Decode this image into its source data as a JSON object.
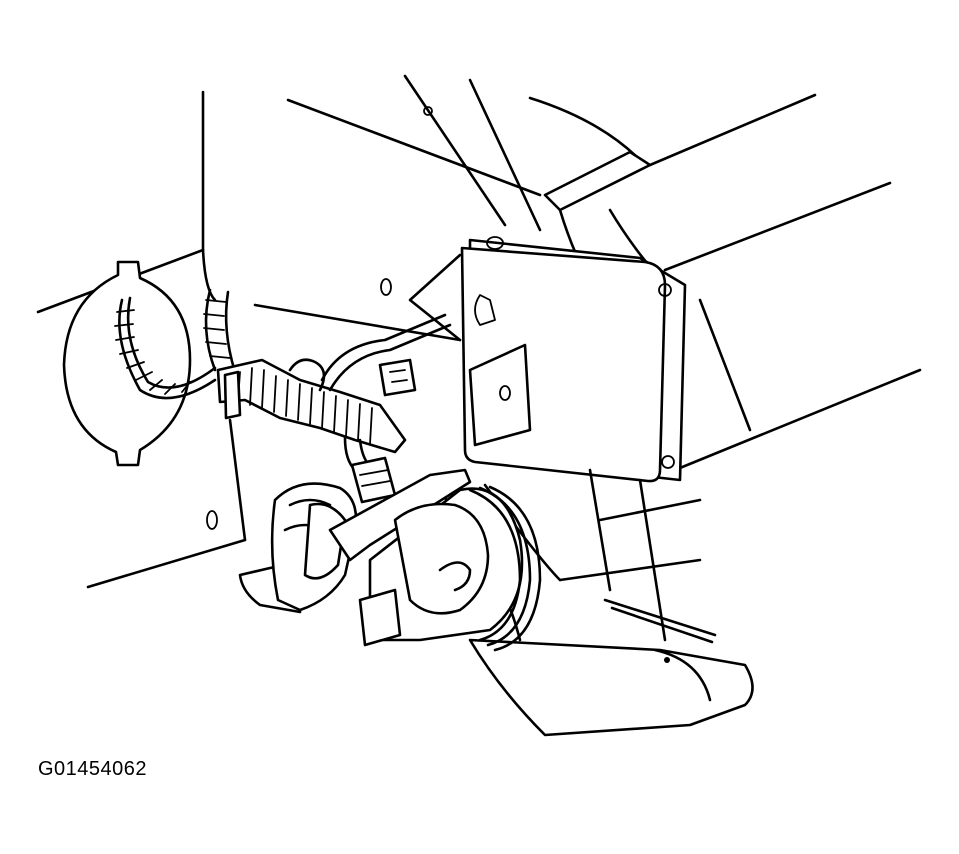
{
  "figure": {
    "id_label": "G01454062"
  },
  "parts": {
    "body_panel": "panel",
    "control_module": "module",
    "wiring_harness": "harness",
    "horn_left": "horn",
    "horn_right": "horn",
    "bumper_bracket": "bracket",
    "access_cover": "cover"
  }
}
